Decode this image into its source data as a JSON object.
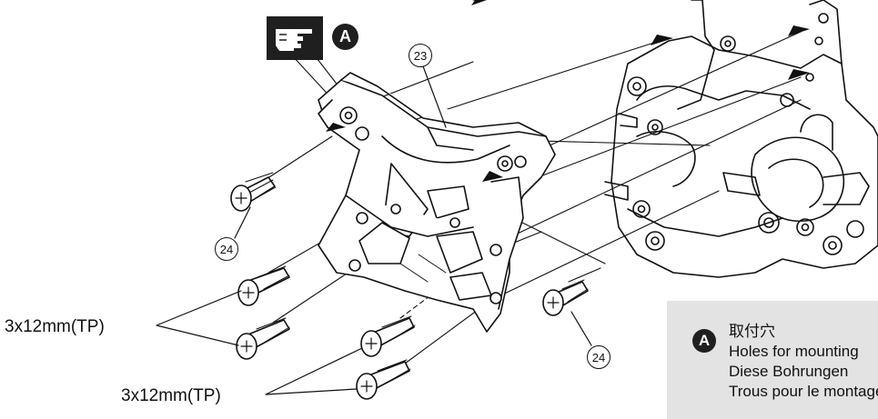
{
  "callouts": {
    "marker": "A",
    "part_frame": "23",
    "part_screw_left": "24",
    "part_screw_right": "24",
    "screw_size_upper": "3x12mm(TP)",
    "screw_size_lower": "3x12mm(TP)"
  },
  "icons": {
    "pointer": "hand-pointer-icon"
  },
  "note": {
    "marker": "A",
    "lines": [
      "取付穴",
      "Holes for mounting",
      "Diese Bohrungen",
      "Trous pour le montage"
    ]
  },
  "colors": {
    "ink": "#111111",
    "note_background": "#e3e3e3",
    "badge": "#1f1f1f"
  }
}
